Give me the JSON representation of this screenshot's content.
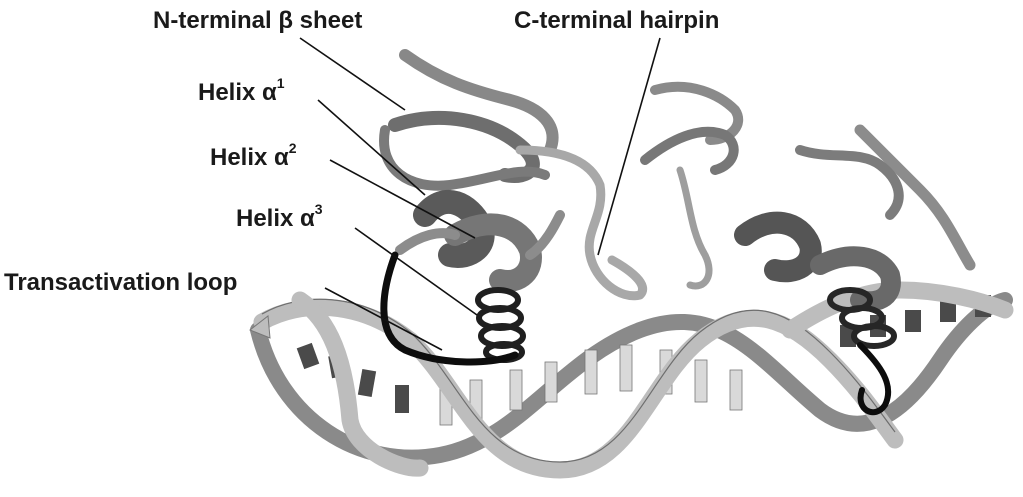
{
  "labels": {
    "n_terminal": "N-terminal β sheet",
    "c_terminal": "C-terminal hairpin",
    "helix1_main": "Helix α",
    "helix1_sup": "1",
    "helix2_main": "Helix α",
    "helix2_sup": "2",
    "helix3_main": "Helix α",
    "helix3_sup": "3",
    "transactivation": "Transactivation loop"
  },
  "colors": {
    "protein_dark": "#3c3c3c",
    "protein_mid": "#7b7b7b",
    "protein_light": "#a9a9a9",
    "dna_light": "#c7c7c7",
    "loop_black": "#0d0d0d"
  }
}
